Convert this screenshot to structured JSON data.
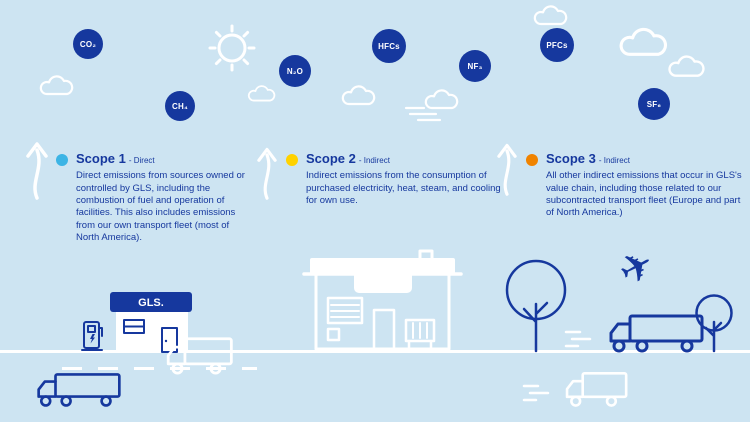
{
  "colors": {
    "sky": "#cde4f2",
    "navy": "#16389e",
    "white": "#ffffff",
    "scope1_dot": "#3cb4e5",
    "scope2_dot": "#ffd200",
    "scope3_dot": "#f08300"
  },
  "gases": {
    "co2": "CO₂",
    "ch4": "CH₄",
    "n2o": "N₂O",
    "hfcs": "HFCs",
    "nf3": "NF₃",
    "pfcs": "PFCs",
    "sf6": "SF₆"
  },
  "brand": {
    "logo": "GLS."
  },
  "icons": {
    "airplane": "✈"
  },
  "scopes": [
    {
      "title": "Scope 1",
      "qualifier": "- Direct",
      "body": "Direct emissions from sources owned or controlled by GLS, including the combustion of fuel and operation of facilities. This also includes emissions from our own transport fleet (most of North America)."
    },
    {
      "title": "Scope 2",
      "qualifier": "- Indirect",
      "body": "Indirect emissions from the consumption of purchased electricity, heat, steam, and cooling for own use."
    },
    {
      "title": "Scope 3",
      "qualifier": "- Indirect",
      "body": "All other indirect emissions that occur in GLS's value chain, including those related to our subcontracted transport fleet (Europe and part of North America.)"
    }
  ]
}
